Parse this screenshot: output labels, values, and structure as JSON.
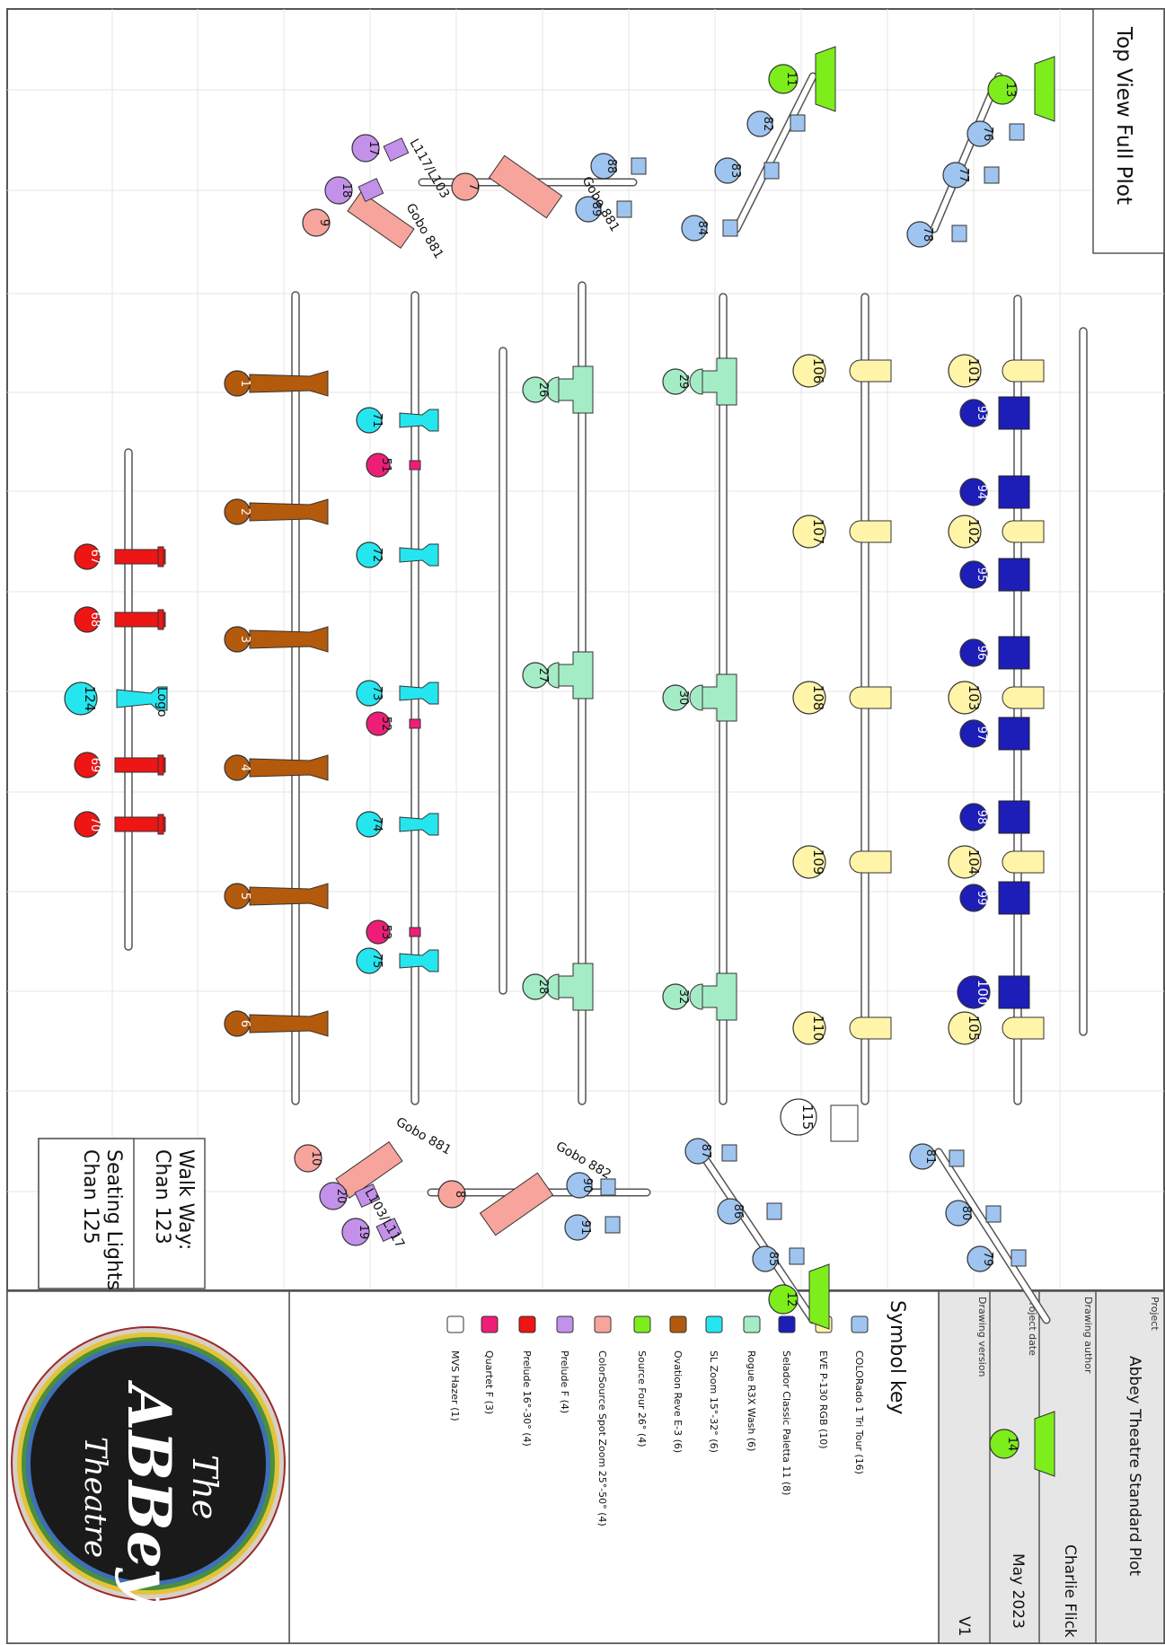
{
  "titles": {
    "top_view": "Top View Full Plot",
    "walkway": [
      "Walk Way:",
      "Chan 123",
      "Seating Lights:",
      "Chan 125"
    ],
    "logo_text": "Logo"
  },
  "info": {
    "project_label": "Project",
    "project": "Abbey Theatre Standard Plot",
    "author_label": "Drawing author",
    "author": "Charlie Flick",
    "date_label": "Project date",
    "date": "May 2023",
    "version_label": "Drawing version",
    "version": "V1"
  },
  "symbol_key": {
    "title": "Symbol key",
    "items": [
      "COLORado 1 Tri Tour (16)",
      "EVE P-130 RGB (10)",
      "Selador Classic Paletta 11 (8)",
      "Rogue R3X Wash (6)",
      "SL Zoom 15°-32° (6)",
      "Ovation Reve E-3 (6)",
      "Source Four 26° (4)",
      "ColorSource Spot Zoom 25°-50° (4)",
      "Prelude F (4)",
      "Prelude 16°-30° (4)",
      "Quartet F (3)",
      "MVS Hazer (1)"
    ]
  },
  "gobo_labels": [
    "Gobo 881",
    "Gobo 881",
    "Gobo 881",
    "Gobo 882",
    "L117/L103",
    "L103/L117"
  ],
  "logo": {
    "line1": "The",
    "line2": "ABBey",
    "line3": "Theatre"
  },
  "colors": {
    "colorado": "#9fc4ef",
    "eve": "#fff4a8",
    "selador": "#1d1db8",
    "rogue": "#a4ecc6",
    "slzoom": "#25e6ef",
    "ovation": "#b35a0d",
    "source4": "#7dee1c",
    "colorsource": "#f7a49c",
    "prelude_f": "#c391ea",
    "prelude_zoom": "#ee1515",
    "quartet": "#ee1e78",
    "hazer": "#ffffff"
  },
  "fixtures": {
    "ovation": [
      "1",
      "2",
      "3",
      "4",
      "5",
      "6"
    ],
    "prelude_zoom": [
      "67",
      "68",
      "69",
      "70"
    ],
    "logo_chan": "124",
    "slzoom": [
      "71",
      "72",
      "73",
      "74",
      "75"
    ],
    "quartet": [
      "51",
      "52",
      "53"
    ],
    "rogue_a": [
      "26",
      "27",
      "28"
    ],
    "rogue_b": [
      "29",
      "30",
      "32"
    ],
    "eve_a": [
      "106",
      "107",
      "108",
      "109",
      "110"
    ],
    "eve_b": [
      "101",
      "102",
      "103",
      "104",
      "105"
    ],
    "selador": [
      "93",
      "94",
      "95",
      "96",
      "97",
      "98",
      "99",
      "100"
    ],
    "hazer": "115",
    "colorado_left_a": [
      "82",
      "83",
      "84"
    ],
    "colorado_left_b": [
      "76",
      "77",
      "78"
    ],
    "colorado_left_c": [
      "88",
      "89"
    ],
    "colorado_right_a": [
      "87",
      "86",
      "85"
    ],
    "colorado_right_b": [
      "81",
      "80",
      "79"
    ],
    "colorado_right_c": [
      "90",
      "91"
    ],
    "source4": [
      "11",
      "13",
      "12",
      "14"
    ],
    "colorsource": [
      "7",
      "9",
      "8",
      "10"
    ],
    "prelude_f": [
      "17",
      "18",
      "20",
      "19"
    ]
  }
}
